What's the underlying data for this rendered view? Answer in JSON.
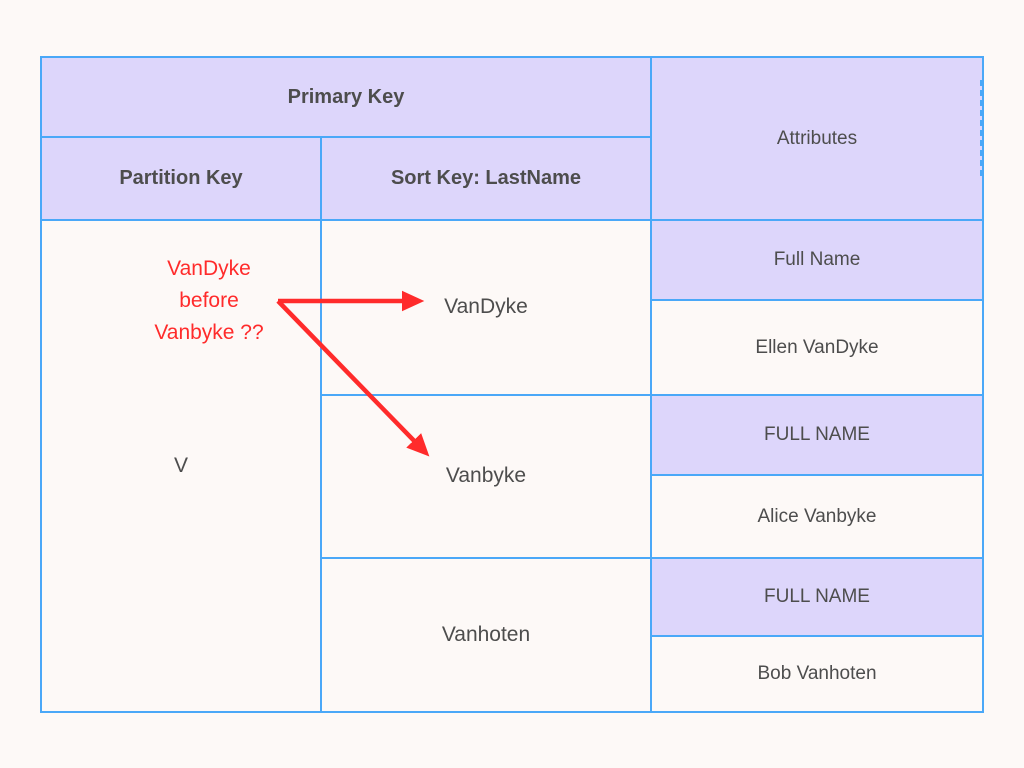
{
  "canvas": {
    "background_color": "#fdf9f7",
    "table_border_color": "#4aa8f8",
    "header_fill_color": "#ddd6fb",
    "text_color": "#4d4d4d",
    "annotation_color": "#ff2b2b"
  },
  "table": {
    "headers": {
      "primary_key": "Primary Key",
      "attributes": "Attributes",
      "partition_key": "Partition Key",
      "sort_key": "Sort Key: LastName"
    },
    "partition_key_value": "V",
    "rows": [
      {
        "sort_key": "VanDyke",
        "attribute_name": "Full Name",
        "attribute_value": "Ellen VanDyke"
      },
      {
        "sort_key": "Vanbyke",
        "attribute_name": "FULL NAME",
        "attribute_value": "Alice Vanbyke"
      },
      {
        "sort_key": "Vanhoten",
        "attribute_name": "FULL NAME",
        "attribute_value": "Bob Vanhoten"
      }
    ]
  },
  "annotation": {
    "note": "VanDyke\nbefore\nVanbyke ??",
    "arrow_1_target": "VanDyke",
    "arrow_2_target": "Vanbyke"
  }
}
